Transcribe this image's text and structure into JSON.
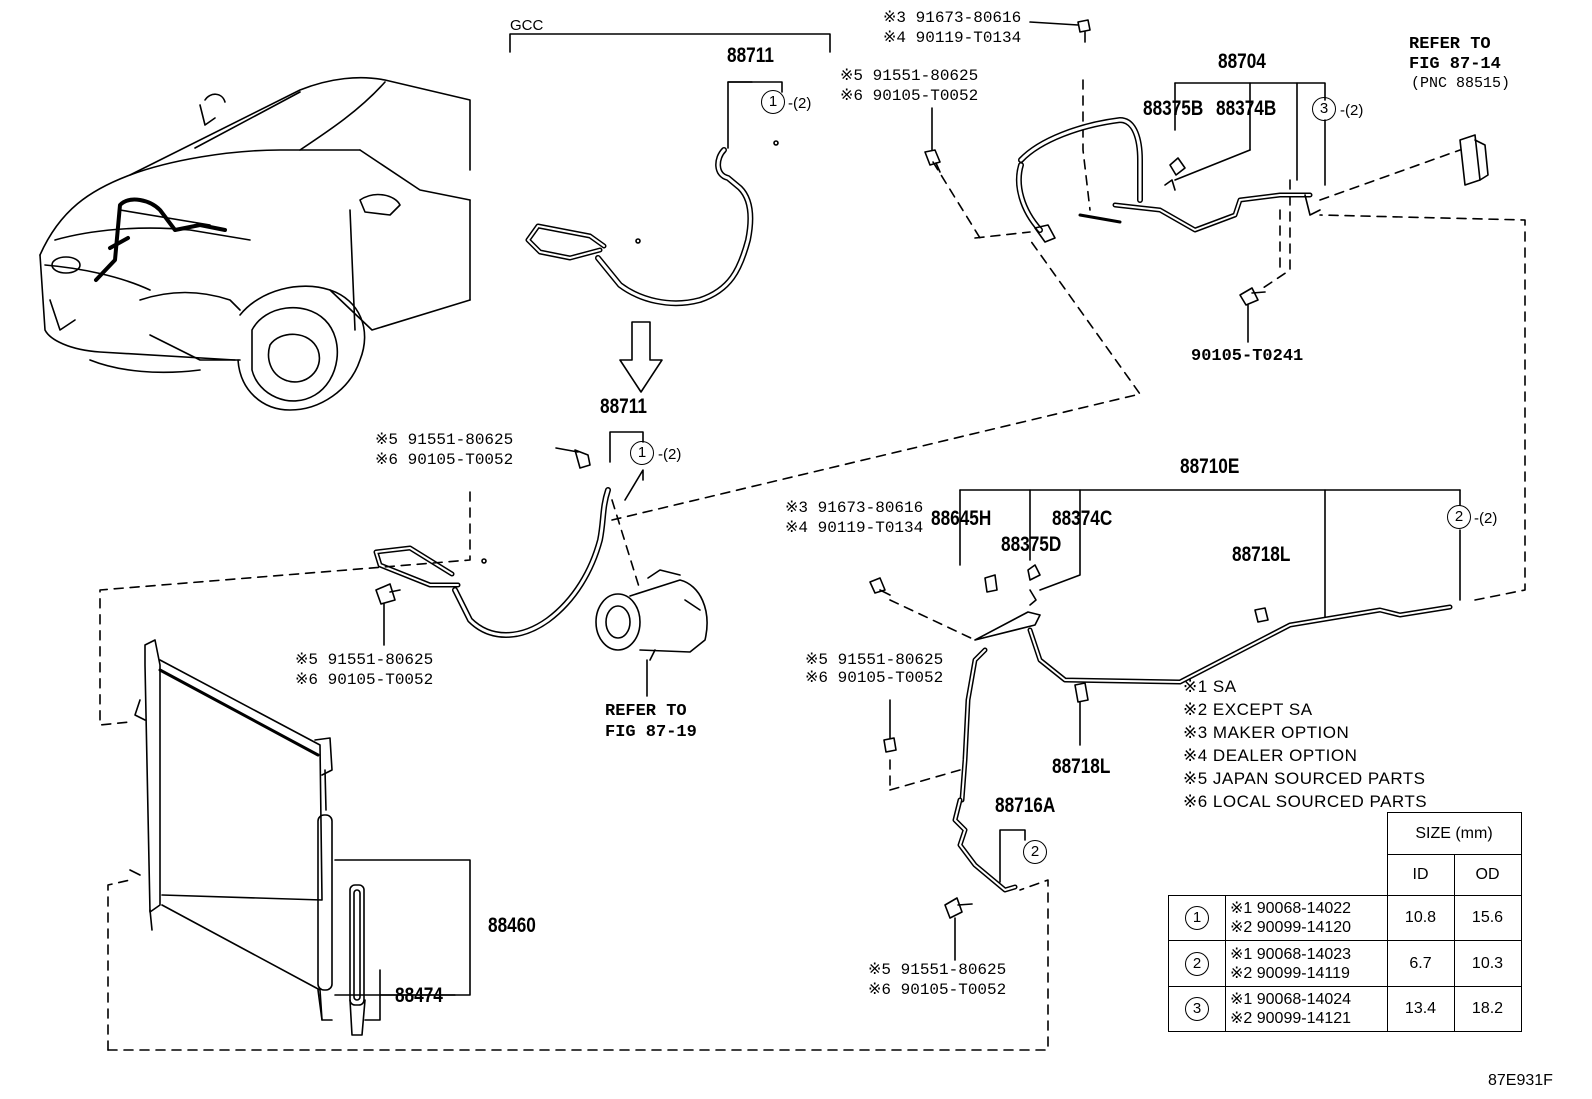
{
  "figure_id": "87E931F",
  "header_gcc": "GCC",
  "parts": {
    "p88711_top": "88711",
    "p88711_mid": "88711",
    "p88704": "88704",
    "p88375B": "88375B",
    "p88374B": "88374B",
    "p88710E": "88710E",
    "p88645H": "88645H",
    "p88374C": "88374C",
    "p88375D": "88375D",
    "p88718L_a": "88718L",
    "p88718L_b": "88718L",
    "p88716A": "88716A",
    "p88460": "88460",
    "p88474": "88474",
    "p90105_T0241": "90105-T0241"
  },
  "bolts": {
    "b1_l1": "※3 91673-80616",
    "b1_l2": "※4 90119-T0134",
    "b2_l1": "※5 91551-80625",
    "b2_l2": "※6 90105-T0052",
    "b3_l1": "※5 91551-80625",
    "b3_l2": "※6 90105-T0052",
    "b4_l1": "※5 91551-80625",
    "b4_l2": "※6 90105-T0052",
    "b5_l1": "※3 91673-80616",
    "b5_l2": "※4 90119-T0134",
    "b6_l1": "※5 91551-80625",
    "b6_l2": "※6 90105-T0052",
    "b7_l1": "※5 91551-80625",
    "b7_l2": "※6 90105-T0052"
  },
  "refs": {
    "fig8714_l1": "REFER TO",
    "fig8714_l2": "FIG 87-14",
    "fig8714_l3": "(PNC 88515)",
    "fig8719_l1": "REFER TO",
    "fig8719_l2": "FIG 87-19"
  },
  "callouts": {
    "c1a": "1",
    "c1a_qty": "-(2)",
    "c1b": "1",
    "c1b_qty": "-(2)",
    "c3": "3",
    "c3_qty": "-(2)",
    "c2a": "2",
    "c2a_qty": "-(2)",
    "c2b": "2"
  },
  "notes": [
    "※1 SA",
    "※2 EXCEPT SA",
    "※3 MAKER OPTION",
    "※4 DEALER OPTION",
    "※5 JAPAN SOURCED PARTS",
    "※6 LOCAL SOURCED PARTS"
  ],
  "size_table": {
    "header": "SIZE (mm)",
    "col_id": "ID",
    "col_od": "OD",
    "rows": [
      {
        "key": "1",
        "p1": "※1 90068-14022",
        "p2": "※2 90099-14120",
        "id": "10.8",
        "od": "15.6"
      },
      {
        "key": "2",
        "p1": "※1 90068-14023",
        "p2": "※2 90099-14119",
        "id": "6.7",
        "od": "10.3"
      },
      {
        "key": "3",
        "p1": "※1 90068-14024",
        "p2": "※2 90099-14121",
        "id": "13.4",
        "od": "18.2"
      }
    ]
  }
}
